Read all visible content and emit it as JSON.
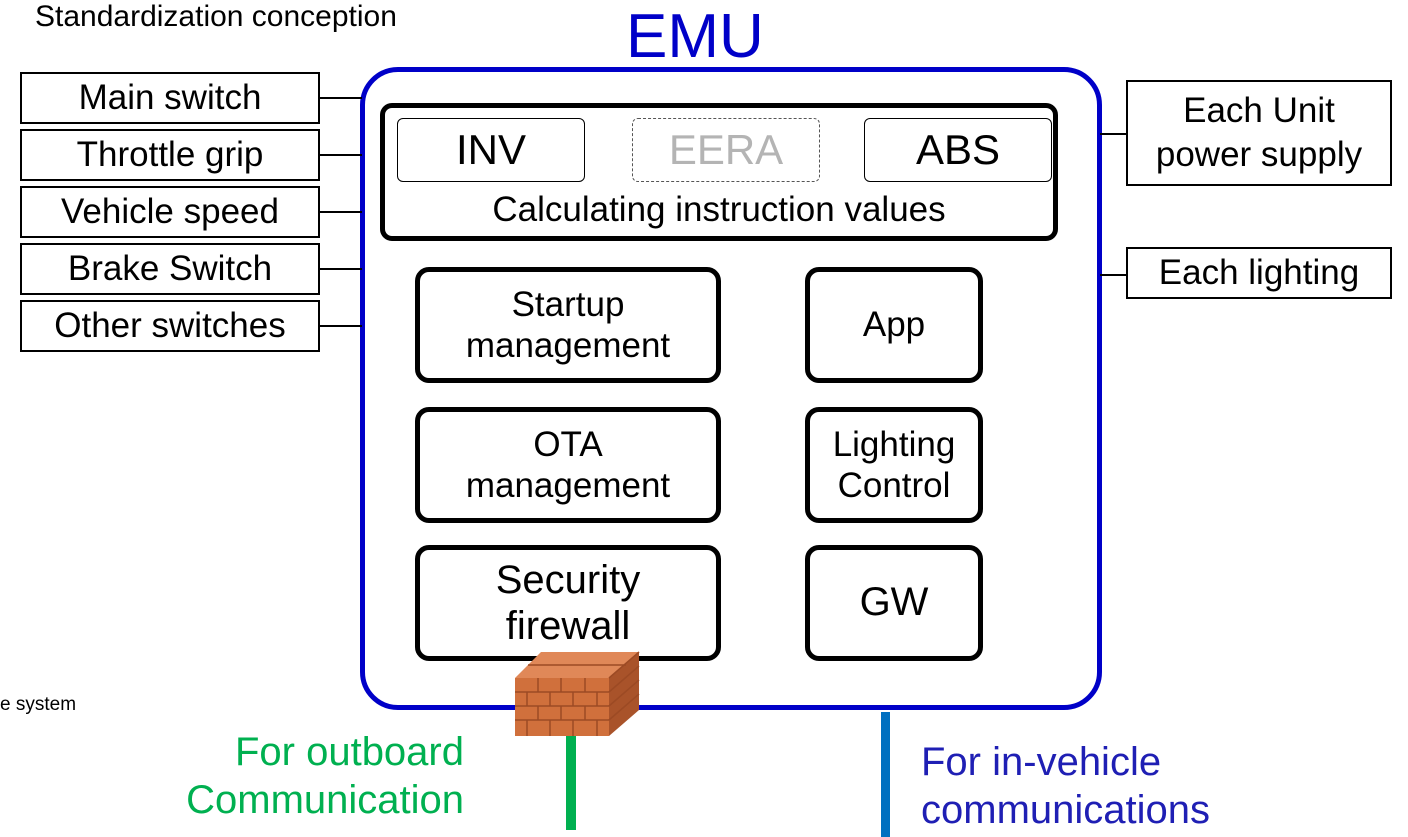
{
  "header": {
    "title": "Standardization conception",
    "emu_label": "EMU",
    "partial_text": "e system"
  },
  "inputs": [
    "Main switch",
    "Throttle grip",
    "Vehicle speed",
    "Brake Switch",
    "Other switches"
  ],
  "outputs": {
    "power_line1": "Each Unit",
    "power_line2": "power supply",
    "lighting": "Each lighting"
  },
  "calc": {
    "inv": "INV",
    "eera": "EERA",
    "abs": "ABS",
    "label": "Calculating instruction values"
  },
  "modules": {
    "startup_1": "Startup",
    "startup_2": "management",
    "app": "App",
    "ota_1": "OTA",
    "ota_2": "management",
    "lighting_1": "Lighting",
    "lighting_2": "Control",
    "security_1": "Security",
    "security_2": "firewall",
    "gw": "GW"
  },
  "communications": {
    "outboard_1": "For outboard",
    "outboard_2": "Communication",
    "invehicle_1": "For in-vehicle",
    "invehicle_2": "communications"
  },
  "colors": {
    "emu_blue": "#0000c8",
    "outboard_green": "#00b050",
    "invehicle_line": "#0070c0",
    "invehicle_text": "#1f1fb4",
    "brick": "#d0703c"
  }
}
